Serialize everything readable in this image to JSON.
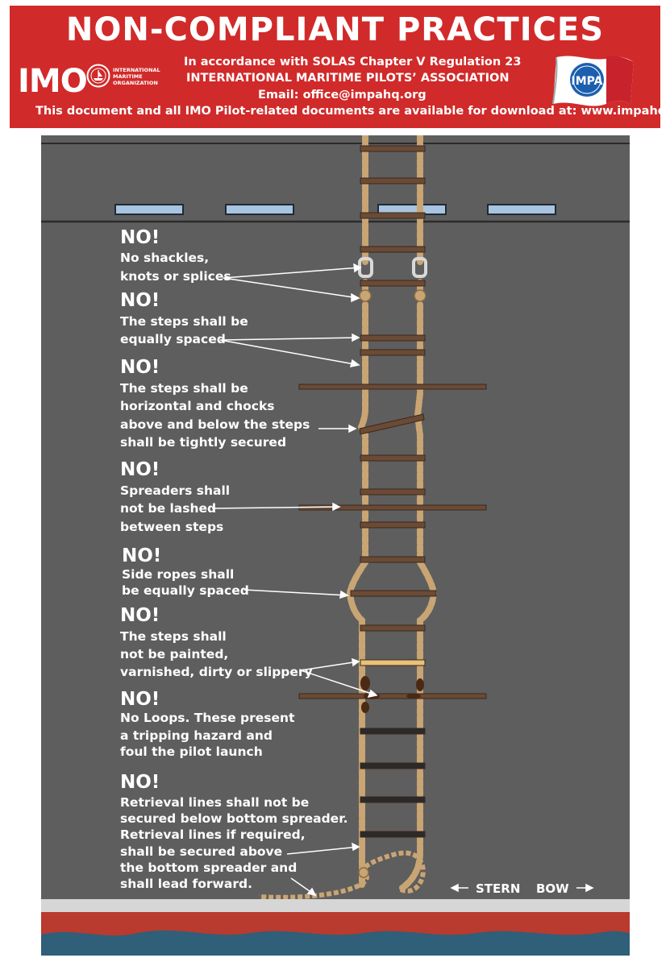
{
  "header": {
    "title": "NON-COMPLIANT PRACTICES",
    "line1": "In accordance with SOLAS Chapter V Regulation 23",
    "line2": "INTERNATIONAL MARITIME PILOTS’ ASSOCIATION",
    "email": "Email: office@impahq.org",
    "download": "This document and all IMO Pilot-related documents are available for download at: www.impahq.org",
    "imo_logo": "IMO",
    "imo_org_name": "INTERNATIONAL\nMARITIME\nORGANIZATION",
    "impa_logo": "IMPA"
  },
  "labels": [
    {
      "no": "NO!",
      "lines": [
        "No shackles,",
        "knots or splices"
      ]
    },
    {
      "no": "NO!",
      "lines": [
        "The steps shall be",
        "equally spaced"
      ]
    },
    {
      "no": "NO!",
      "lines": [
        "The steps shall be",
        "horizontal and chocks",
        "above and below the steps",
        "shall be tightly secured"
      ]
    },
    {
      "no": "NO!",
      "lines": [
        "Spreaders shall",
        "not be lashed",
        "between steps"
      ]
    },
    {
      "no": "NO!",
      "lines": [
        "Side ropes shall",
        "be equally spaced"
      ]
    },
    {
      "no": "NO!",
      "lines": [
        "The steps shall",
        "not be painted,",
        "varnished, dirty or slippery"
      ]
    },
    {
      "no": "NO!",
      "lines": [
        "No Loops. These present",
        "a tripping hazard and",
        "foul the pilot launch"
      ]
    },
    {
      "no": "NO!",
      "lines": [
        "Retrieval lines shall not be",
        "secured below bottom spreader.",
        "Retrieval lines if required,",
        "shall be secured above",
        "the bottom spreader and",
        "shall lead forward."
      ]
    }
  ],
  "directions": {
    "stern": "STERN",
    "bow": "BOW"
  },
  "colors": {
    "header_red": "#d12a2a",
    "hull_grey": "#5e5e5e",
    "rope_tan": "#c9a574",
    "step_brown": "#6b4a36",
    "black_step": "#2a2a2a",
    "painted_step": "#e8c27a",
    "porthole": "#a8c4e0",
    "boot_red": "#b93a2e",
    "sea_blue": "#2f5f79"
  }
}
